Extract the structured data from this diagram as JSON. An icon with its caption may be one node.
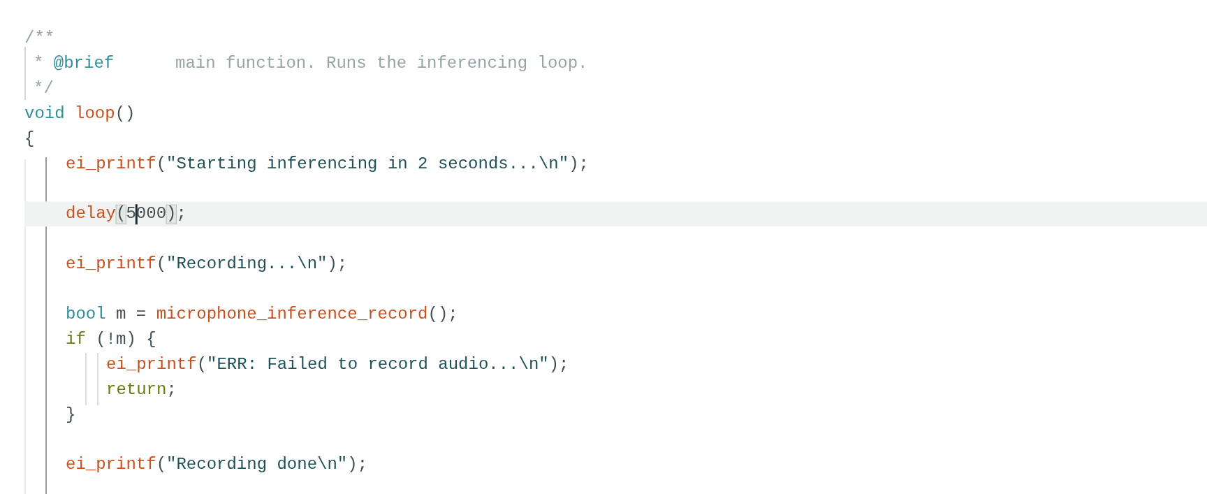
{
  "diagram": {
    "labels": [
      "/**",
      "* @brief",
      "main function. Runs the inferencing loop.",
      "*/",
      "void loop()",
      "{",
      "ei_printf(\"Starting inferencing in 2 seconds...\\n\");",
      "delay(5000);",
      "ei_printf(\"Recording...\\n\");",
      "bool m = microphone_inference_record();",
      "if (!m) {",
      "ei_printf(\"ERR: Failed to record audio...\\n\");",
      "return;",
      "}",
      "ei_printf(\"Recording done\\n\");"
    ]
  }
}
